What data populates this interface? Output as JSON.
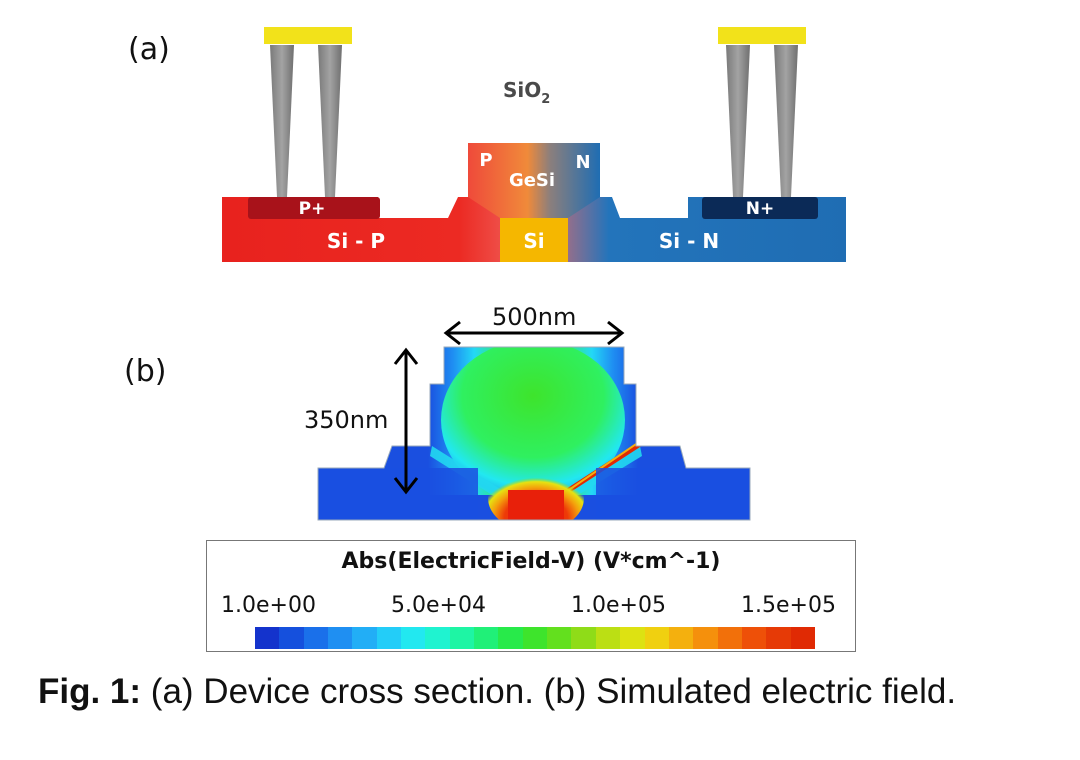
{
  "panels": {
    "a": "(a)",
    "b": "(b)"
  },
  "device": {
    "oxide": "SiO",
    "oxide_sub": "2",
    "ge_label": "GeSi",
    "ge_p": "P",
    "ge_n": "N",
    "si_center": "Si",
    "p_region": "Si - P",
    "n_region": "Si - N",
    "p_plus": "P+",
    "n_plus": "N+",
    "colors": {
      "p_red": "#e8221e",
      "n_blue": "#1f6db3",
      "n_plus_dark": "#0b2a57",
      "p_plus_dark": "#a8121a",
      "si_yellow": "#f5b700",
      "contact_gold": "#f2e21a",
      "via_gray": "#8a8a8a"
    }
  },
  "simulation": {
    "width_label": "500nm",
    "height_label": "350nm"
  },
  "colorbar": {
    "title": "Abs(ElectricField-V) (V*cm^-1)",
    "ticks": [
      "1.0e+00",
      "5.0e+04",
      "1.0e+05",
      "1.5e+05"
    ],
    "colors": [
      "#1433cc",
      "#1550dd",
      "#1a70ea",
      "#1f8ff2",
      "#22aef6",
      "#23cdf8",
      "#22e8f0",
      "#1ff3d0",
      "#1ef5a4",
      "#20f078",
      "#28ea4a",
      "#3ee42c",
      "#63e01e",
      "#8fdc18",
      "#bbdf14",
      "#dde212",
      "#f0d010",
      "#f4b00e",
      "#f5900c",
      "#f2700a",
      "#ee5008",
      "#e63a06",
      "#e02a04"
    ]
  },
  "caption": {
    "fig": "Fig. 1:",
    "text": " (a) Device cross section. (b) Simulated electric field."
  }
}
